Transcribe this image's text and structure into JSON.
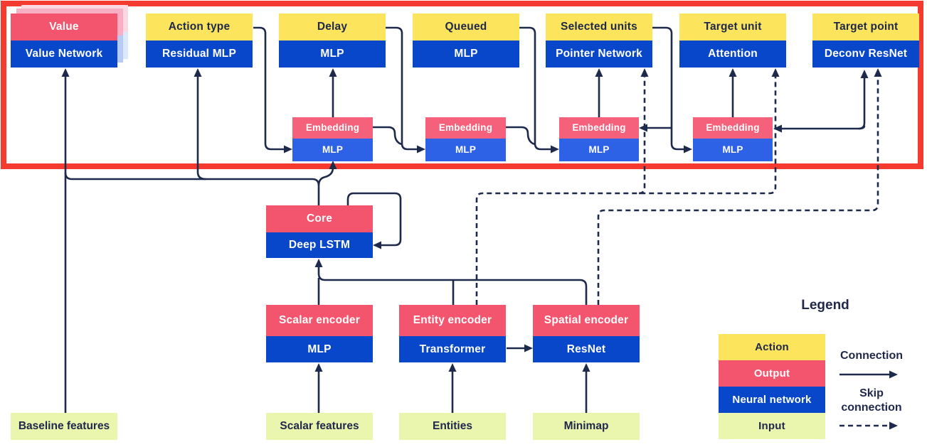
{
  "heads": [
    {
      "top": "Value",
      "bottom": "Value Network"
    },
    {
      "top": "Action type",
      "bottom": "Residual MLP"
    },
    {
      "top": "Delay",
      "bottom": "MLP"
    },
    {
      "top": "Queued",
      "bottom": "MLP"
    },
    {
      "top": "Selected units",
      "bottom": "Pointer Network"
    },
    {
      "top": "Target unit",
      "bottom": "Attention"
    },
    {
      "top": "Target point",
      "bottom": "Deconv ResNet"
    }
  ],
  "embeddings": [
    {
      "top": "Embedding",
      "bottom": "MLP"
    },
    {
      "top": "Embedding",
      "bottom": "MLP"
    },
    {
      "top": "Embedding",
      "bottom": "MLP"
    },
    {
      "top": "Embedding",
      "bottom": "MLP"
    }
  ],
  "core": {
    "top": "Core",
    "bottom": "Deep LSTM"
  },
  "encoders": [
    {
      "top": "Scalar encoder",
      "bottom": "MLP"
    },
    {
      "top": "Entity encoder",
      "bottom": "Transformer"
    },
    {
      "top": "Spatial encoder",
      "bottom": "ResNet"
    }
  ],
  "inputs": {
    "baseline": "Baseline features",
    "scalar": "Scalar features",
    "entities": "Entities",
    "minimap": "Minimap"
  },
  "legend": {
    "title": "Legend",
    "items": [
      {
        "label": "Action"
      },
      {
        "label": "Output"
      },
      {
        "label": "Neural network"
      },
      {
        "label": "Input"
      }
    ],
    "connection_label": "Connection",
    "skip_label_line1": "Skip",
    "skip_label_line2": "connection"
  },
  "colors": {
    "action-yellow": "#FCE55C",
    "output-pink": "#F4556E",
    "network-blue": "#0847C9",
    "embedding-pink": "#F5617B",
    "embedding-blue": "#2D62E7",
    "input-green": "#EAF6AD",
    "line-navy": "#1E2A4C",
    "border-red": "#F53B30",
    "ghost-pink-1": "#F8AFC4",
    "ghost-blue-1": "#B7CBF4",
    "ghost-pink-2": "#FBD8E2",
    "ghost-blue-2": "#DCE8FB"
  }
}
